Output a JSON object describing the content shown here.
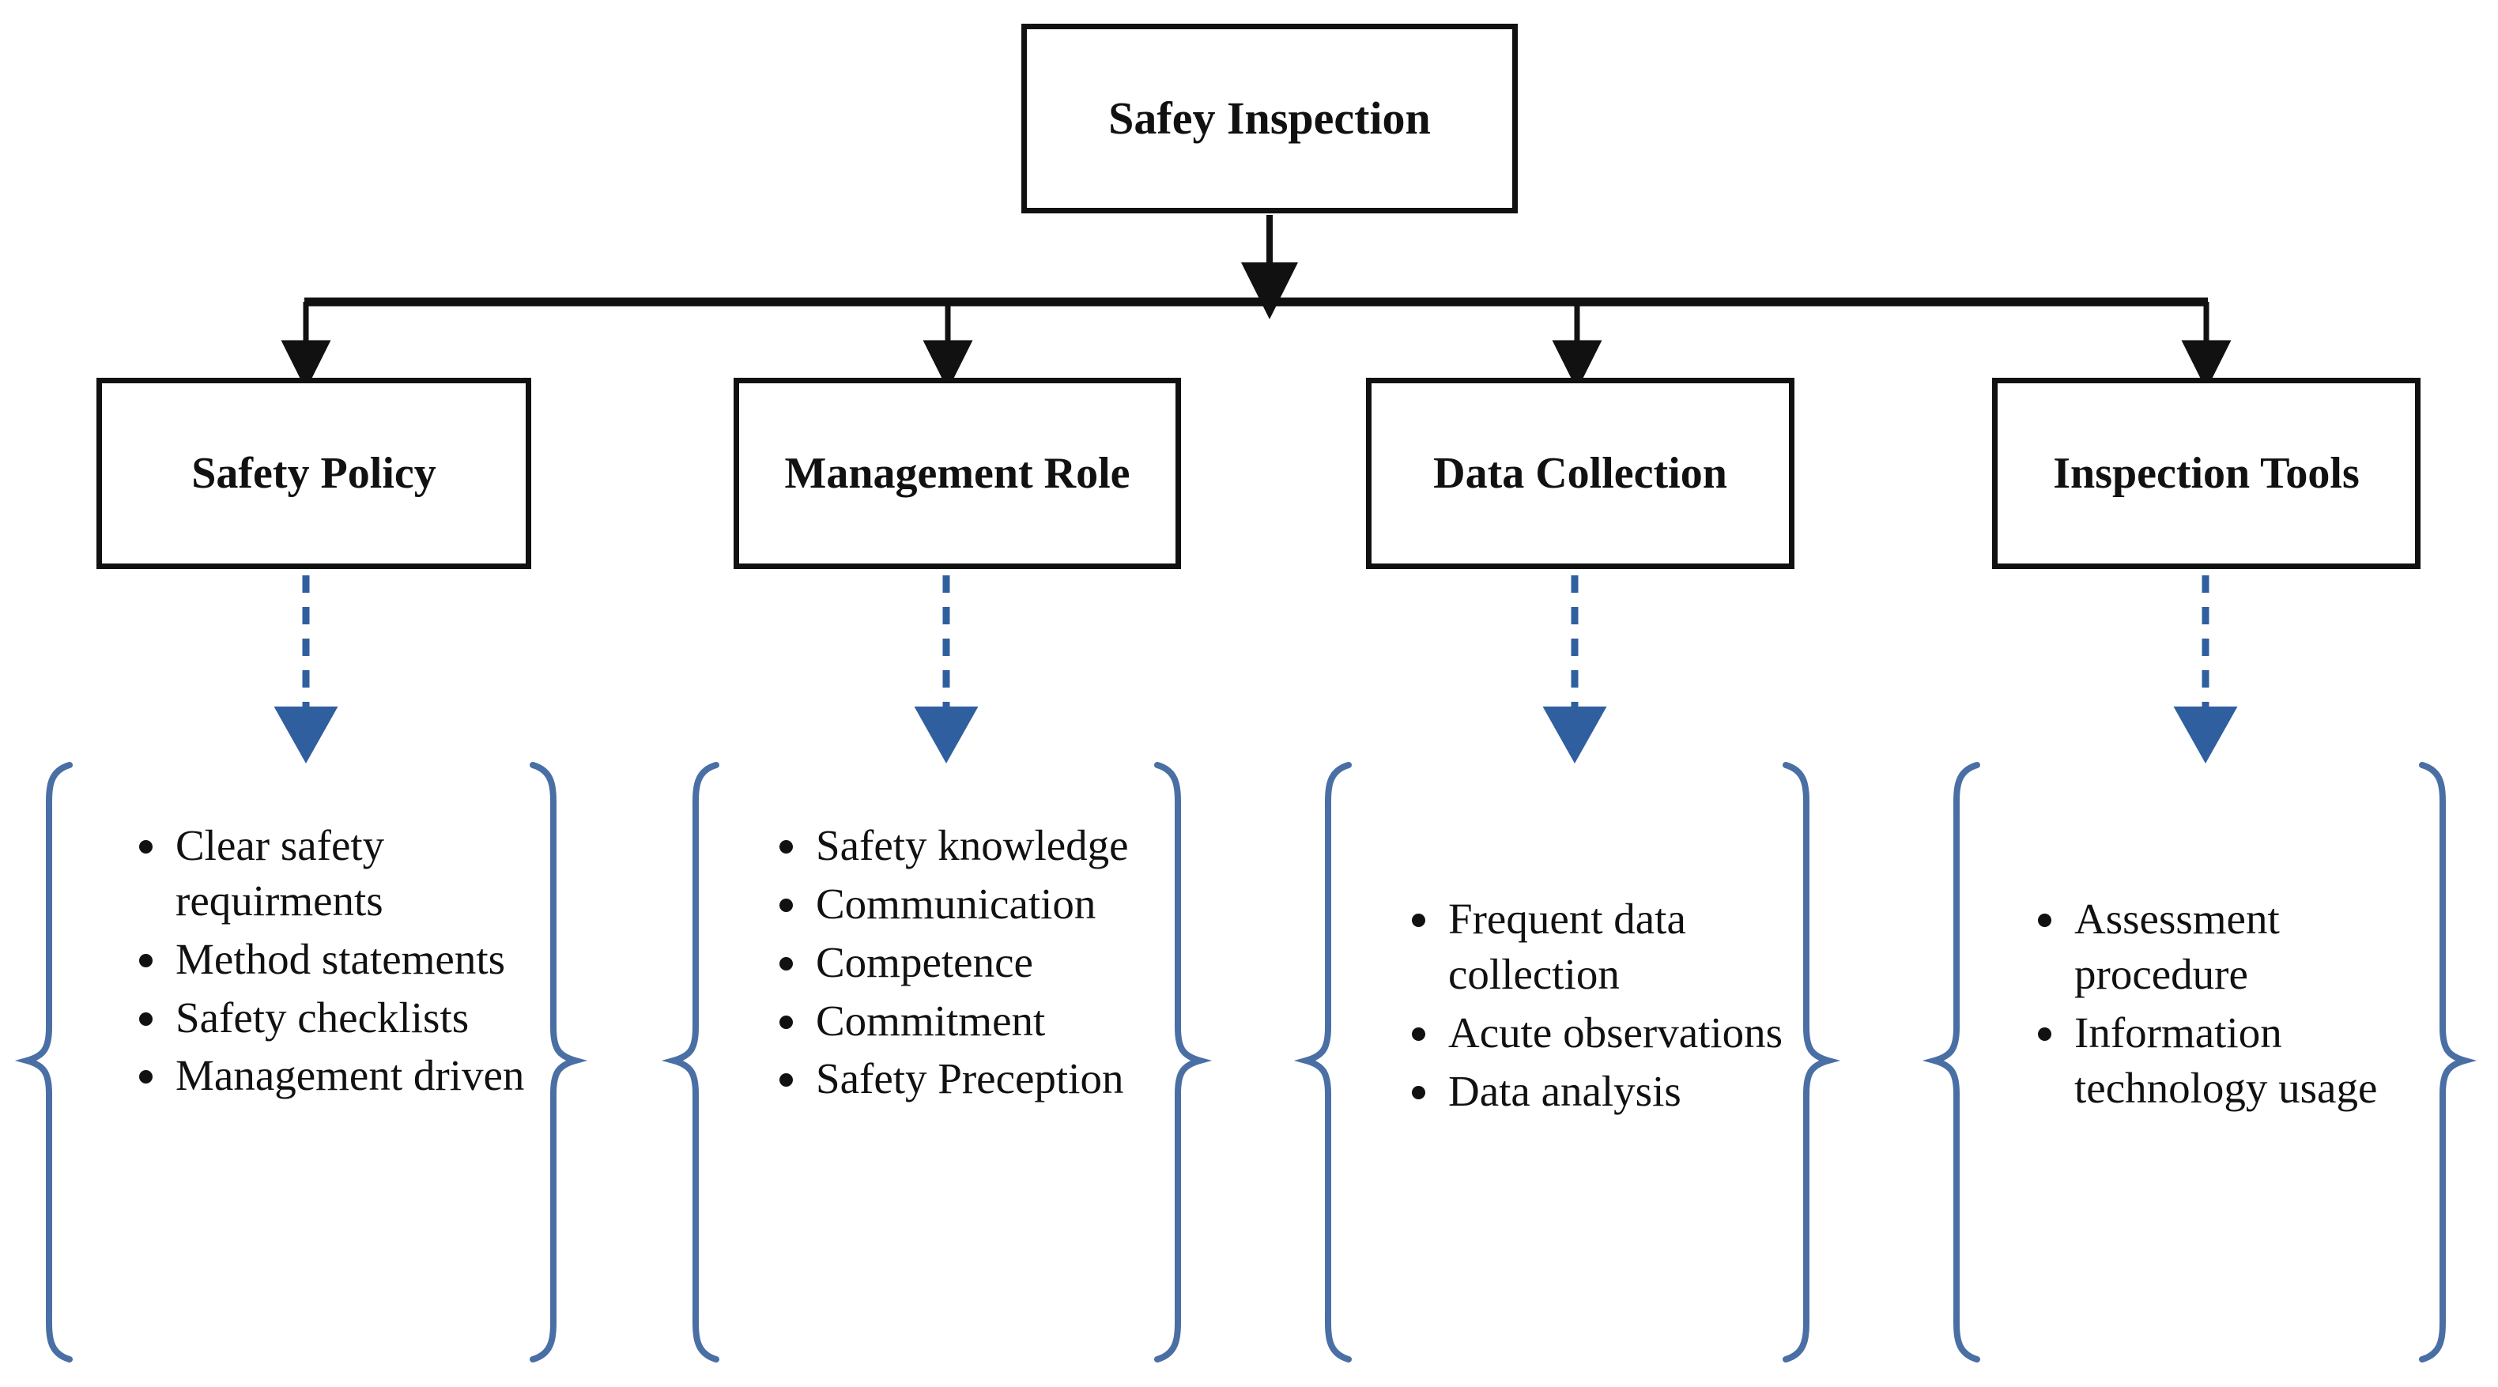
{
  "diagram": {
    "root": {
      "label": "Safey Inspection"
    },
    "branches": [
      {
        "id": "safety-policy",
        "label": "Safety Policy",
        "items": [
          "Clear safety requirments",
          "Method statements",
          "Safety checklists",
          "Management driven"
        ]
      },
      {
        "id": "management-role",
        "label": "Management Role",
        "items": [
          "Safety knowledge",
          "Communication",
          "Competence",
          "Commitment",
          "Safety Preception"
        ]
      },
      {
        "id": "data-collection",
        "label": "Data Collection",
        "items": [
          "Frequent data collection",
          "Acute observations",
          "Data analysis"
        ]
      },
      {
        "id": "inspection-tools",
        "label": "Inspection Tools",
        "items": [
          "Assessment procedure",
          "Information technology usage"
        ]
      }
    ],
    "colors": {
      "box_border": "#111111",
      "box_fill": "#ffffff",
      "connector_line": "#111111",
      "dashed_arrow": "#2f5f9e",
      "brace": "#4a6fa5",
      "text": "#111111",
      "background": "#ffffff"
    }
  }
}
